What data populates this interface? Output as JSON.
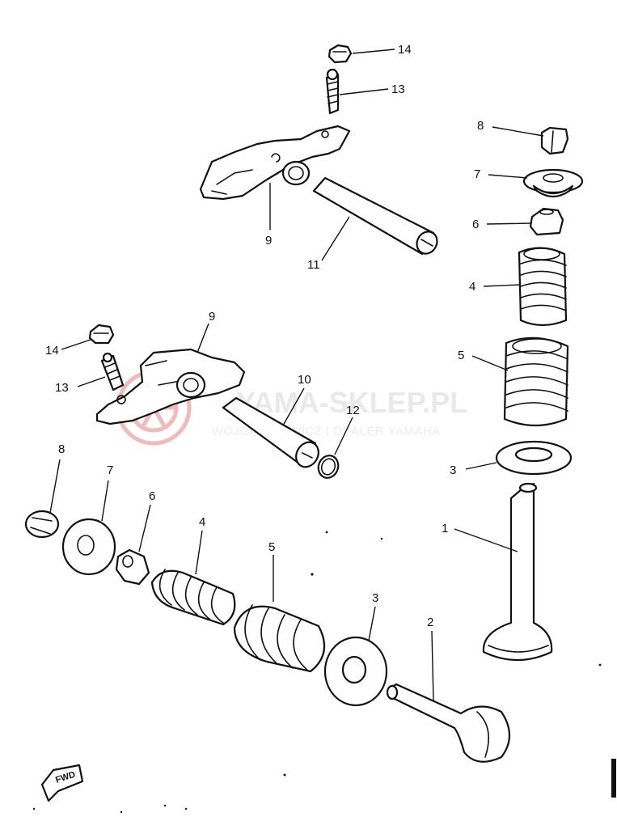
{
  "watermark": {
    "brand": "YAMA-SKLEP.PL",
    "dealer": "WOJCIECHOWICZ | DEALER YAMAHA",
    "logo_color": "#f3b9b9",
    "text_color": "#e6e6e6"
  },
  "direction_marker": {
    "label": "FWD"
  },
  "callouts": {
    "top_nut": "14",
    "top_adjuster": "13",
    "top_rocker_arm": "9",
    "top_shaft": "11",
    "right_cotter": "8",
    "right_retainer": "7",
    "right_seal": "6",
    "right_inner_spring": "4",
    "right_outer_spring": "5",
    "right_seat": "3",
    "right_valve": "1",
    "mid_nut": "14",
    "mid_adjuster": "13",
    "mid_rocker_arm": "9",
    "mid_shaft": "10",
    "mid_oring": "12",
    "left_cotter": "8",
    "left_retainer": "7",
    "left_seal": "6",
    "left_inner_spring": "4",
    "left_outer_spring": "5",
    "left_seat": "3",
    "left_valve": "2"
  }
}
